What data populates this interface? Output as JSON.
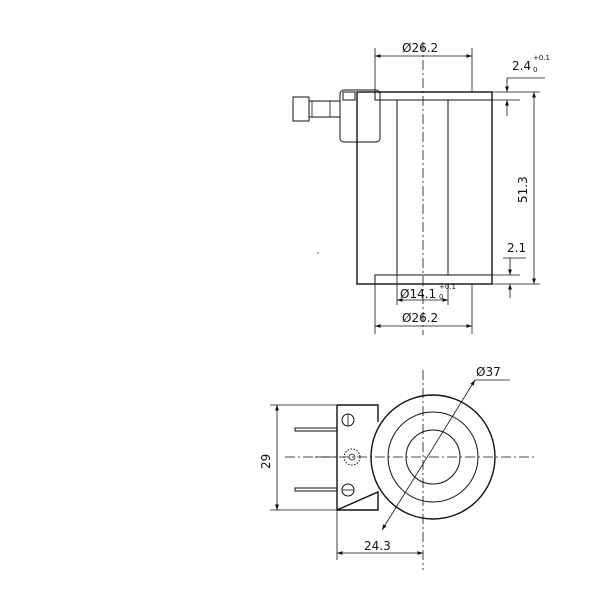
{
  "top_view": {
    "top_diameter": "Ø26.2",
    "top_flange": "2.4",
    "top_flange_upper_tol": "+0.1",
    "top_flange_lower_tol": "0",
    "height": "51.3",
    "bottom_flange": "2.1",
    "bore_diameter": "Ø14.1",
    "bore_upper_tol": "+0.1",
    "bore_lower_tol": "0",
    "bottom_diameter": "Ø26.2"
  },
  "bottom_view": {
    "outer_diameter": "Ø37",
    "terminal_span": "29",
    "offset": "24.3"
  }
}
